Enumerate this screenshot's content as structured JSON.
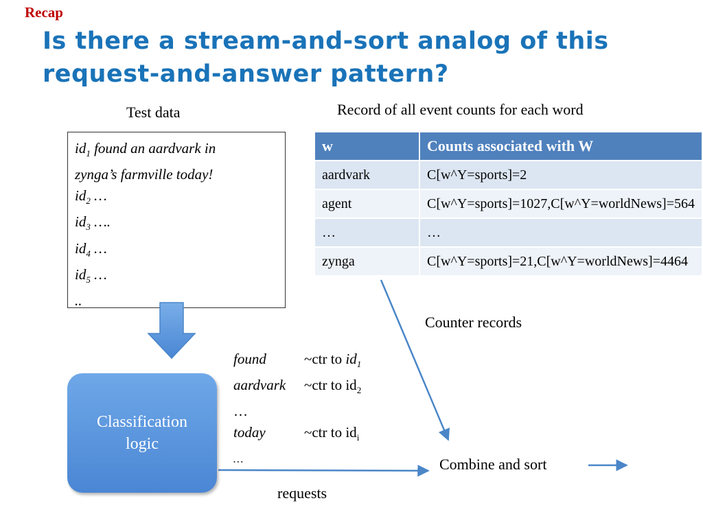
{
  "recap": "Recap",
  "title": "Is there a stream-and-sort analog of this request-and-answer pattern?",
  "test_data_label": "Test data",
  "record_label": "Record of all event counts for each word",
  "test_lines": [
    {
      "id": "id",
      "sub": "1",
      "text": "  found an aardvark in"
    },
    {
      "text": "zynga’s farmville today!"
    },
    {
      "id": "id",
      "sub": "2",
      "text": "  …"
    },
    {
      "id": "id",
      "sub": "3",
      "text": "  …."
    },
    {
      "id": "id",
      "sub": "4",
      "text": "  …"
    },
    {
      "id": "id",
      "sub": "5",
      "text": "  …"
    },
    {
      "text": ".."
    }
  ],
  "table": {
    "headers": [
      "w",
      "Counts associated with W"
    ],
    "rows": [
      [
        "aardvark",
        "C[w^Y=sports]=2"
      ],
      [
        "agent",
        "C[w^Y=sports]=1027,C[w^Y=worldNews]=564"
      ],
      [
        "…",
        "…"
      ],
      [
        "zynga",
        "C[w^Y=sports]=21,C[w^Y=worldNews]=4464"
      ]
    ]
  },
  "counter_records": "Counter records",
  "classification": "Classification logic",
  "requests": [
    {
      "word": "found",
      "ctr": "~ctr to ",
      "id": "id",
      "sub": "1"
    },
    {
      "word": "aardvark",
      "ctr": "~ctr to id",
      "sub": "2"
    },
    {
      "word": "…"
    },
    {
      "word": "today",
      "ctr": "~ctr to id",
      "sub": "i"
    },
    {
      "word": "…"
    }
  ],
  "combine_label": "Combine and sort",
  "requests_label": "requests",
  "colors": {
    "title": "#1a73b8",
    "recap": "#c00000",
    "header": "#4f81bd",
    "arrow": "#4a86c8"
  }
}
